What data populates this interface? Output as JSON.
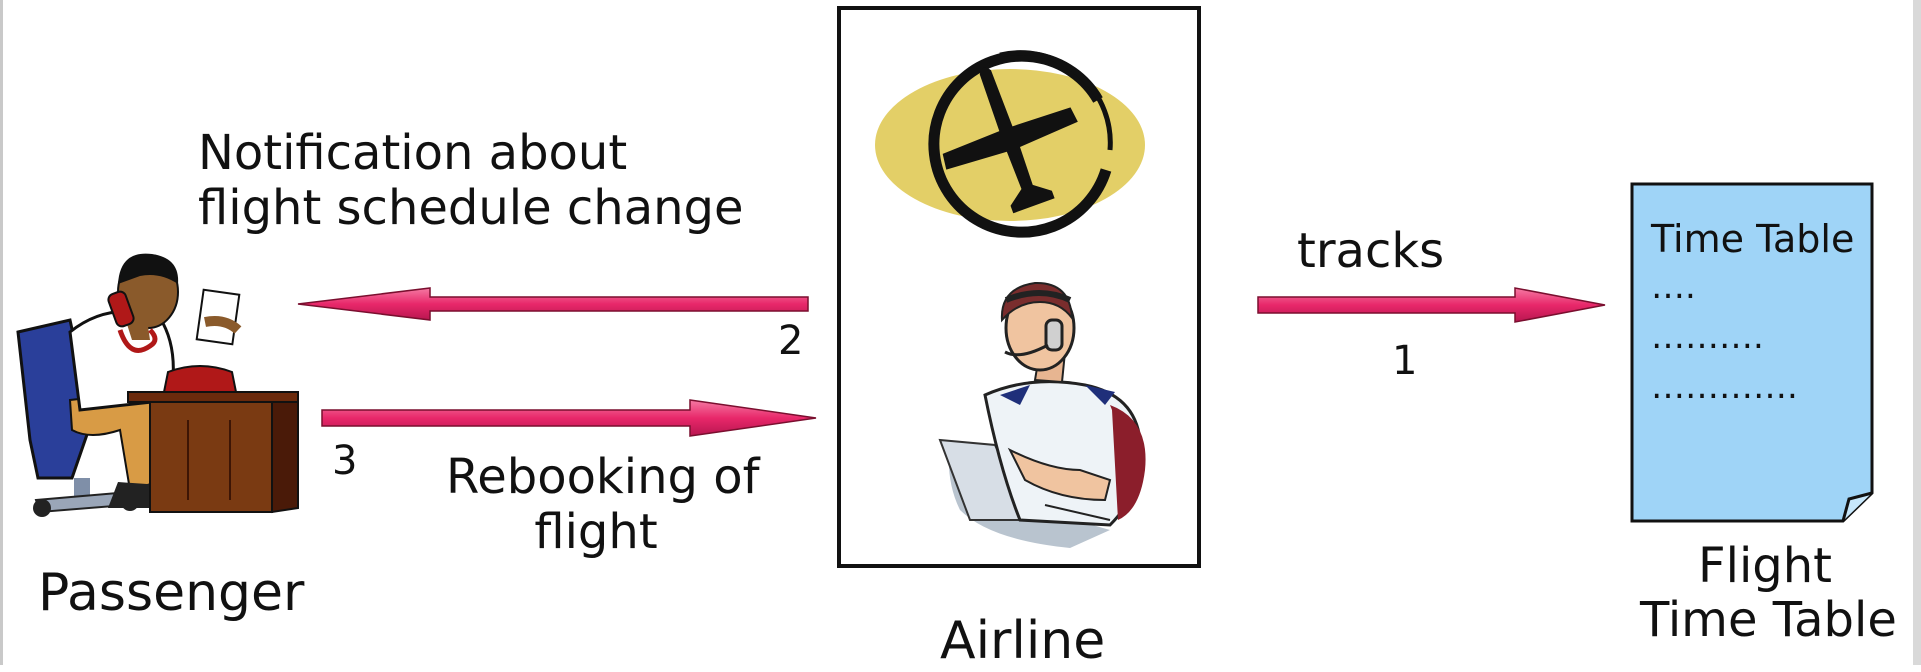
{
  "actors": {
    "passenger": "Passenger",
    "airline": "Airline",
    "timetable": "Flight\nTime Table"
  },
  "messages": {
    "notification": "Notification about\nflight schedule change",
    "rebooking": "Rebooking of\nflight",
    "tracks": "tracks"
  },
  "steps": {
    "one": "1",
    "two": "2",
    "three": "3"
  },
  "document": {
    "title": "Time Table",
    "lines": [
      "….",
      "……….",
      "…………."
    ]
  },
  "colors": {
    "arrow": "#e8286a",
    "document": "#9fd4f7",
    "logo_oval": "#e3cf67"
  },
  "icons": {
    "passenger": "person-on-phone-at-desk-icon",
    "airline_logo": "airplane-circle-logo-icon",
    "agent": "airline-agent-with-headset-icon",
    "document": "timetable-document-icon"
  }
}
